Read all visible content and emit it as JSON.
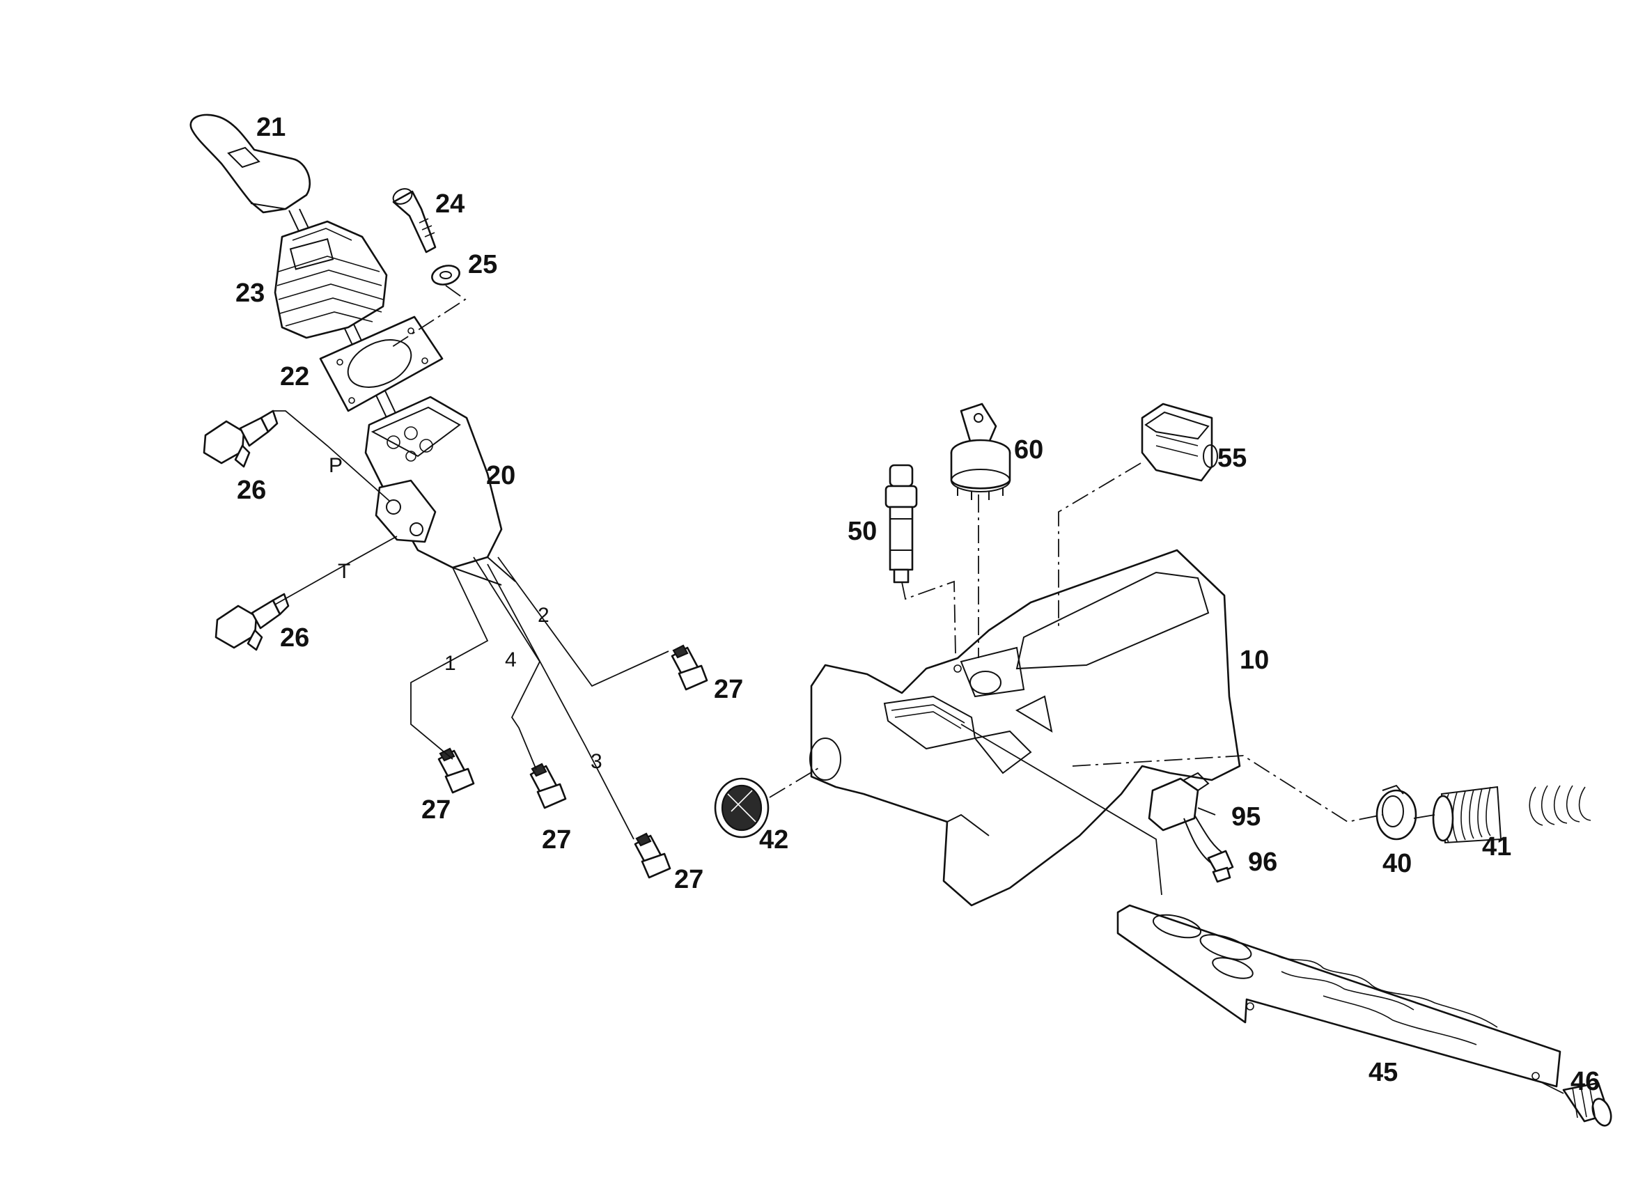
{
  "diagram": {
    "part_numbers": {
      "p10": "10",
      "p20": "20",
      "p21": "21",
      "p22": "22",
      "p23": "23",
      "p24": "24",
      "p25": "25",
      "p26a": "26",
      "p26b": "26",
      "p27a": "27",
      "p27b": "27",
      "p27c": "27",
      "p27d": "27",
      "p40": "40",
      "p41": "41",
      "p42": "42",
      "p45": "45",
      "p46": "46",
      "p50": "50",
      "p55": "55",
      "p60": "60",
      "p95": "95",
      "p96": "96"
    },
    "port_labels": {
      "pP": "P",
      "pT": "T",
      "p1": "1",
      "p2": "2",
      "p3": "3",
      "p4": "4"
    }
  }
}
